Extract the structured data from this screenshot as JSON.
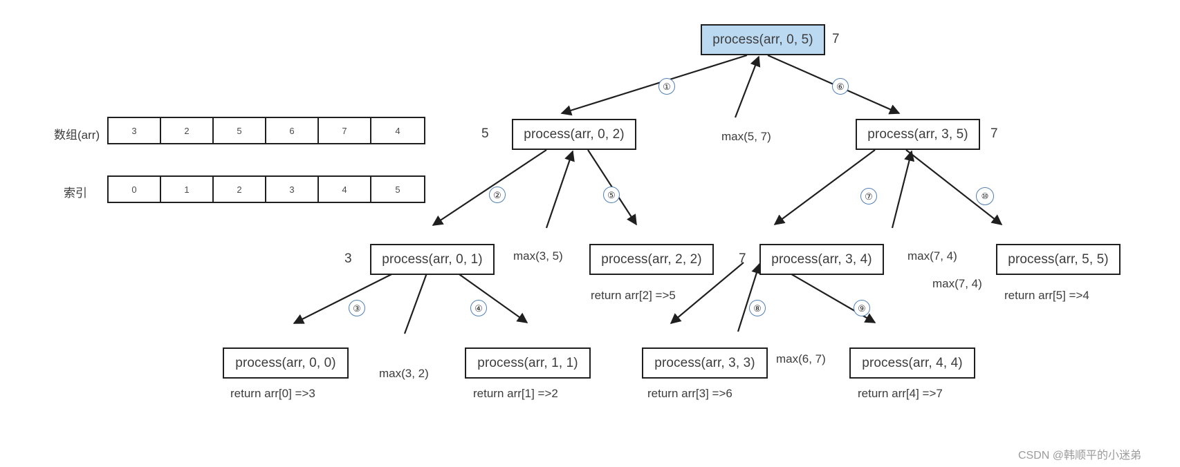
{
  "diagram": {
    "title": "process(arr, 0, 5) recursion tree",
    "accent_node_color": "#bcd9f2",
    "step_circle_color": "#4f7fb5"
  },
  "array_panel": {
    "array_label": "数组(arr)",
    "index_label": "索引",
    "array_values": [
      "3",
      "2",
      "5",
      "6",
      "7",
      "4"
    ],
    "index_values": [
      "0",
      "1",
      "2",
      "3",
      "4",
      "5"
    ]
  },
  "nodes": [
    {
      "id": "n05",
      "label": "process(arr, 0, 5)",
      "result": "7",
      "highlight": true
    },
    {
      "id": "n02",
      "label": "process(arr, 0, 2)",
      "result": "5",
      "highlight": false
    },
    {
      "id": "n35",
      "label": "process(arr, 3, 5)",
      "result": "7",
      "highlight": false
    },
    {
      "id": "n01",
      "label": "process(arr, 0, 1)",
      "result": "3",
      "highlight": false
    },
    {
      "id": "n22",
      "label": "process(arr, 2, 2)",
      "result": "",
      "highlight": false
    },
    {
      "id": "n34",
      "label": "process(arr, 3, 4)",
      "result": "7",
      "highlight": false
    },
    {
      "id": "n55",
      "label": "process(arr, 5, 5)",
      "result": "",
      "highlight": false
    },
    {
      "id": "n00",
      "label": "process(arr, 0, 0)",
      "result": "",
      "highlight": false
    },
    {
      "id": "n11",
      "label": "process(arr, 1, 1)",
      "result": "",
      "highlight": false
    },
    {
      "id": "n33",
      "label": "process(arr, 3, 3)",
      "result": "",
      "highlight": false
    },
    {
      "id": "n44",
      "label": "process(arr, 4, 4)",
      "result": "",
      "highlight": false
    }
  ],
  "node_results": {
    "n05": "7",
    "n02": "5",
    "n35": "7",
    "n01": "3",
    "n34": "7"
  },
  "max_labels": [
    {
      "id": "max57",
      "text": "max(5, 7)"
    },
    {
      "id": "max35",
      "text": "max(3, 5)"
    },
    {
      "id": "max74a",
      "text": "max(7, 4)"
    },
    {
      "id": "max74b",
      "text": "max(7, 4)"
    },
    {
      "id": "max32",
      "text": "max(3, 2)"
    },
    {
      "id": "max67",
      "text": "max(6, 7)"
    }
  ],
  "return_labels": [
    {
      "id": "ret2",
      "text": "return arr[2] =>5"
    },
    {
      "id": "ret5",
      "text": "return arr[5] =>4"
    },
    {
      "id": "ret0",
      "text": "return arr[0] =>3"
    },
    {
      "id": "ret1",
      "text": "return arr[1] =>2"
    },
    {
      "id": "ret3",
      "text": "return arr[3] =>6"
    },
    {
      "id": "ret4",
      "text": "return arr[4] =>7"
    }
  ],
  "steps": [
    {
      "id": "s1",
      "text": "①"
    },
    {
      "id": "s2",
      "text": "②"
    },
    {
      "id": "s3",
      "text": "③"
    },
    {
      "id": "s4",
      "text": "④"
    },
    {
      "id": "s5",
      "text": "⑤"
    },
    {
      "id": "s6",
      "text": "⑥"
    },
    {
      "id": "s7",
      "text": "⑦"
    },
    {
      "id": "s8",
      "text": "⑧"
    },
    {
      "id": "s9",
      "text": "⑨"
    },
    {
      "id": "s10",
      "text": "⑩"
    }
  ],
  "watermark": {
    "text": "CSDN @韩顺平的小迷弟"
  }
}
